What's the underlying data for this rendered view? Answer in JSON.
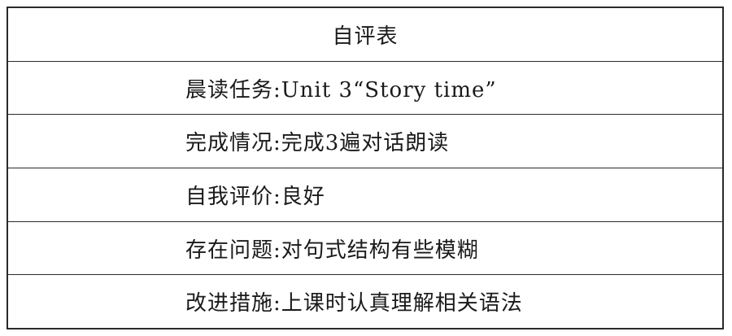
{
  "table": {
    "title": "自评表",
    "rows": [
      {
        "label": "晨读任务:",
        "value": "Unit 3“Story time”"
      },
      {
        "label": "完成情况:",
        "value": "完成3遍对话朗读"
      },
      {
        "label": "自我评价:",
        "value": "良好"
      },
      {
        "label": "存在问题:",
        "value": "对句式结构有些模糊"
      },
      {
        "label": "改进措施:",
        "value": "上课时认真理解相关语法"
      }
    ]
  }
}
